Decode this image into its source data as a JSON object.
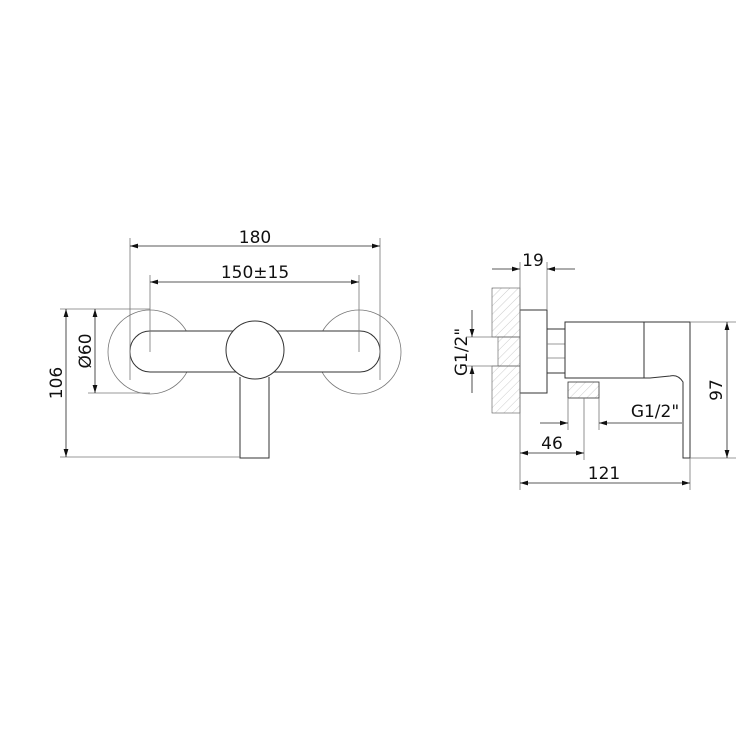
{
  "front_view": {
    "width_overall": "180",
    "centers": "150±15",
    "height_overall": "106",
    "escutcheon_diameter": "Ø60"
  },
  "side_view": {
    "escutcheon_depth": "19",
    "inlet_thread": "G1/2\"",
    "outlet_thread": "G1/2\"",
    "outlet_offset": "46",
    "depth_overall": "121",
    "height_overall": "97"
  }
}
